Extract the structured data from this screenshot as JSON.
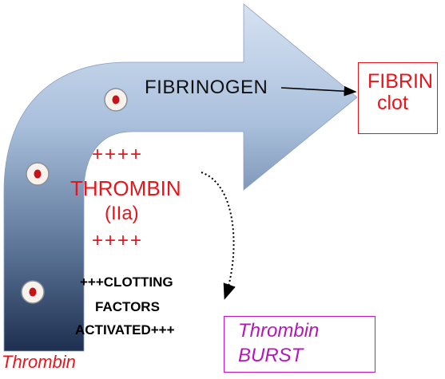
{
  "arrow": {
    "main_label": "FIBRINOGEN",
    "plus_top": "++++",
    "thrombin_label": "THROMBIN",
    "thrombin_sub": "(IIa)",
    "plus_bottom": "++++",
    "factors_line1": "+++CLOTTING",
    "factors_line2": "FACTORS",
    "factors_line3": "ACTIVATED+++"
  },
  "fibrin_box": {
    "line1": "FIBRIN",
    "line2": "clot"
  },
  "burst_box": {
    "line1": "Thrombin",
    "line2": "BURST"
  },
  "bottom_label": "Thrombin",
  "colors": {
    "red": "#e8151b",
    "magenta": "#c614bc",
    "arrow_top": "#cfdcee",
    "arrow_bottom": "#1e2f50"
  }
}
